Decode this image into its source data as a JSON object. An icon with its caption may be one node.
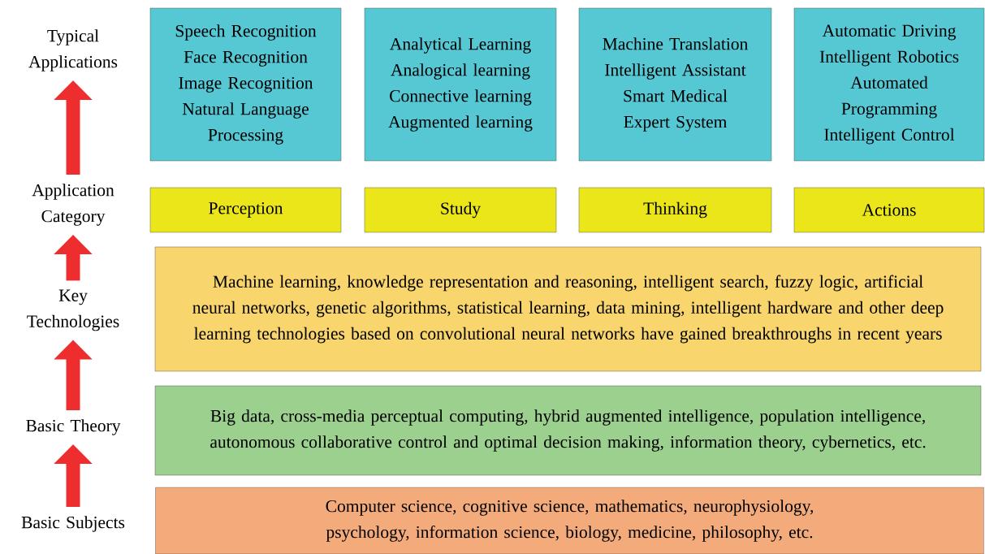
{
  "diagram": {
    "nodes": [
      {
        "text": [
          "Typical Applications"
        ]
      },
      {
        "text": [
          "Speech Recognition",
          "Face Recognition",
          "Image Recognition",
          "Natural Language Processing"
        ]
      },
      {
        "text": [
          "Analytical Learning",
          "Analogical learning",
          "Connective learning",
          "Augmented learning"
        ]
      },
      {
        "text": [
          "Machine Translation",
          "Intelligent Assistant",
          "Smart Medical",
          "Expert System"
        ]
      },
      {
        "text": [
          "Automatic Driving",
          "Intelligent Robotics",
          "Automated Programming",
          "Intelligent Control"
        ]
      },
      {
        "text": [
          "Application Category"
        ]
      },
      {
        "text": [
          "Perception"
        ]
      },
      {
        "text": [
          "Study"
        ]
      },
      {
        "text": [
          "Thinking"
        ]
      },
      {
        "text": [
          "Actions"
        ]
      },
      {
        "text": [
          "Key Technologies"
        ]
      },
      {
        "text": [
          "Machine learning, knowledge representation and reasoning, intelligent search, fuzzy logic, artificial neural networks, genetic algorithms, statistical learning, data mining, intelligent hardware and other deep learning technologies based on convolutional neural networks have gained breakthroughs in recent years"
        ]
      },
      {
        "text": [
          "Basic Theory"
        ]
      },
      {
        "text": [
          "Big data, cross-media perceptual computing, hybrid augmented intelligence, population intelligence, autonomous collaborative control and optimal decision making, information theory, cybernetics, etc."
        ]
      },
      {
        "text": [
          "Basic Subjects"
        ]
      },
      {
        "text": [
          "Computer science, cognitive science, mathematics, neurophysiology, psychology, information science, biology, medicine, philosophy, etc."
        ]
      }
    ],
    "edges": [
      {
        "from": 14,
        "to": 12,
        "arrow": "to"
      },
      {
        "from": 12,
        "to": 10,
        "arrow": "to"
      },
      {
        "from": 10,
        "to": 5,
        "arrow": "to"
      },
      {
        "from": 5,
        "to": 0,
        "arrow": "to"
      }
    ]
  }
}
